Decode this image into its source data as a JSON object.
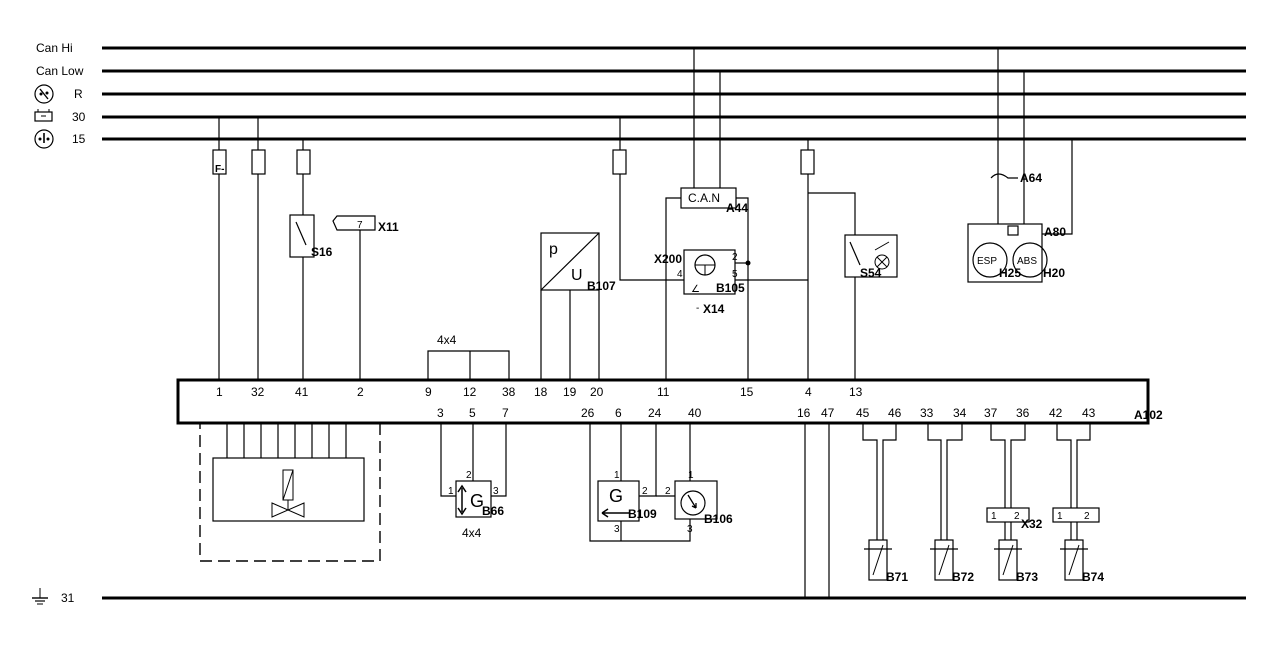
{
  "rails": {
    "can_hi": "Can Hi",
    "can_low": "Can Low",
    "r": "R",
    "t30": "30",
    "t15": "15",
    "t31": "31"
  },
  "components": {
    "fuse_f": "F-",
    "x11": "X11",
    "x11_pin": "7",
    "s16": "S16",
    "b107": "B107",
    "b107_p": "p",
    "b107_u": "U",
    "can_box": "C.A.N",
    "a44": "A44",
    "x200": "X200",
    "b105": "B105",
    "x14": "X14",
    "s54": "S54",
    "a64": "A64",
    "a80": "A80",
    "esp": "ESP",
    "abs": "ABS",
    "h25": "H25",
    "h20": "H20",
    "a102": "A102",
    "b66": "B66",
    "b66_g": "G",
    "b109": "B109",
    "b109_g": "G",
    "b106": "B106",
    "b71": "B71",
    "b72": "B72",
    "b73": "B73",
    "b74": "B74",
    "x32": "X32",
    "label_4x4_top": "4x4",
    "label_4x4_bottom": "4x4"
  },
  "top_pins": [
    "1",
    "32",
    "41",
    "2",
    "9",
    "12",
    "38",
    "18",
    "19",
    "20",
    "11",
    "15",
    "4",
    "13"
  ],
  "bottom_pins": [
    "3",
    "5",
    "7",
    "26",
    "6",
    "24",
    "40",
    "16",
    "47",
    "45",
    "46",
    "33",
    "34",
    "37",
    "36",
    "42",
    "43"
  ],
  "sub_pins": {
    "b105_4": "4",
    "b105_2": "2",
    "b105_5": "5",
    "b66_1": "1",
    "b66_2": "2",
    "b66_3": "3",
    "b109_1": "1",
    "b109_2": "2",
    "b109_3": "3",
    "b106_1": "1",
    "b106_2": "2",
    "b106_3": "3",
    "x32_1": "1",
    "x32_2": "2",
    "x32b_1": "1",
    "x32b_2": "2"
  }
}
